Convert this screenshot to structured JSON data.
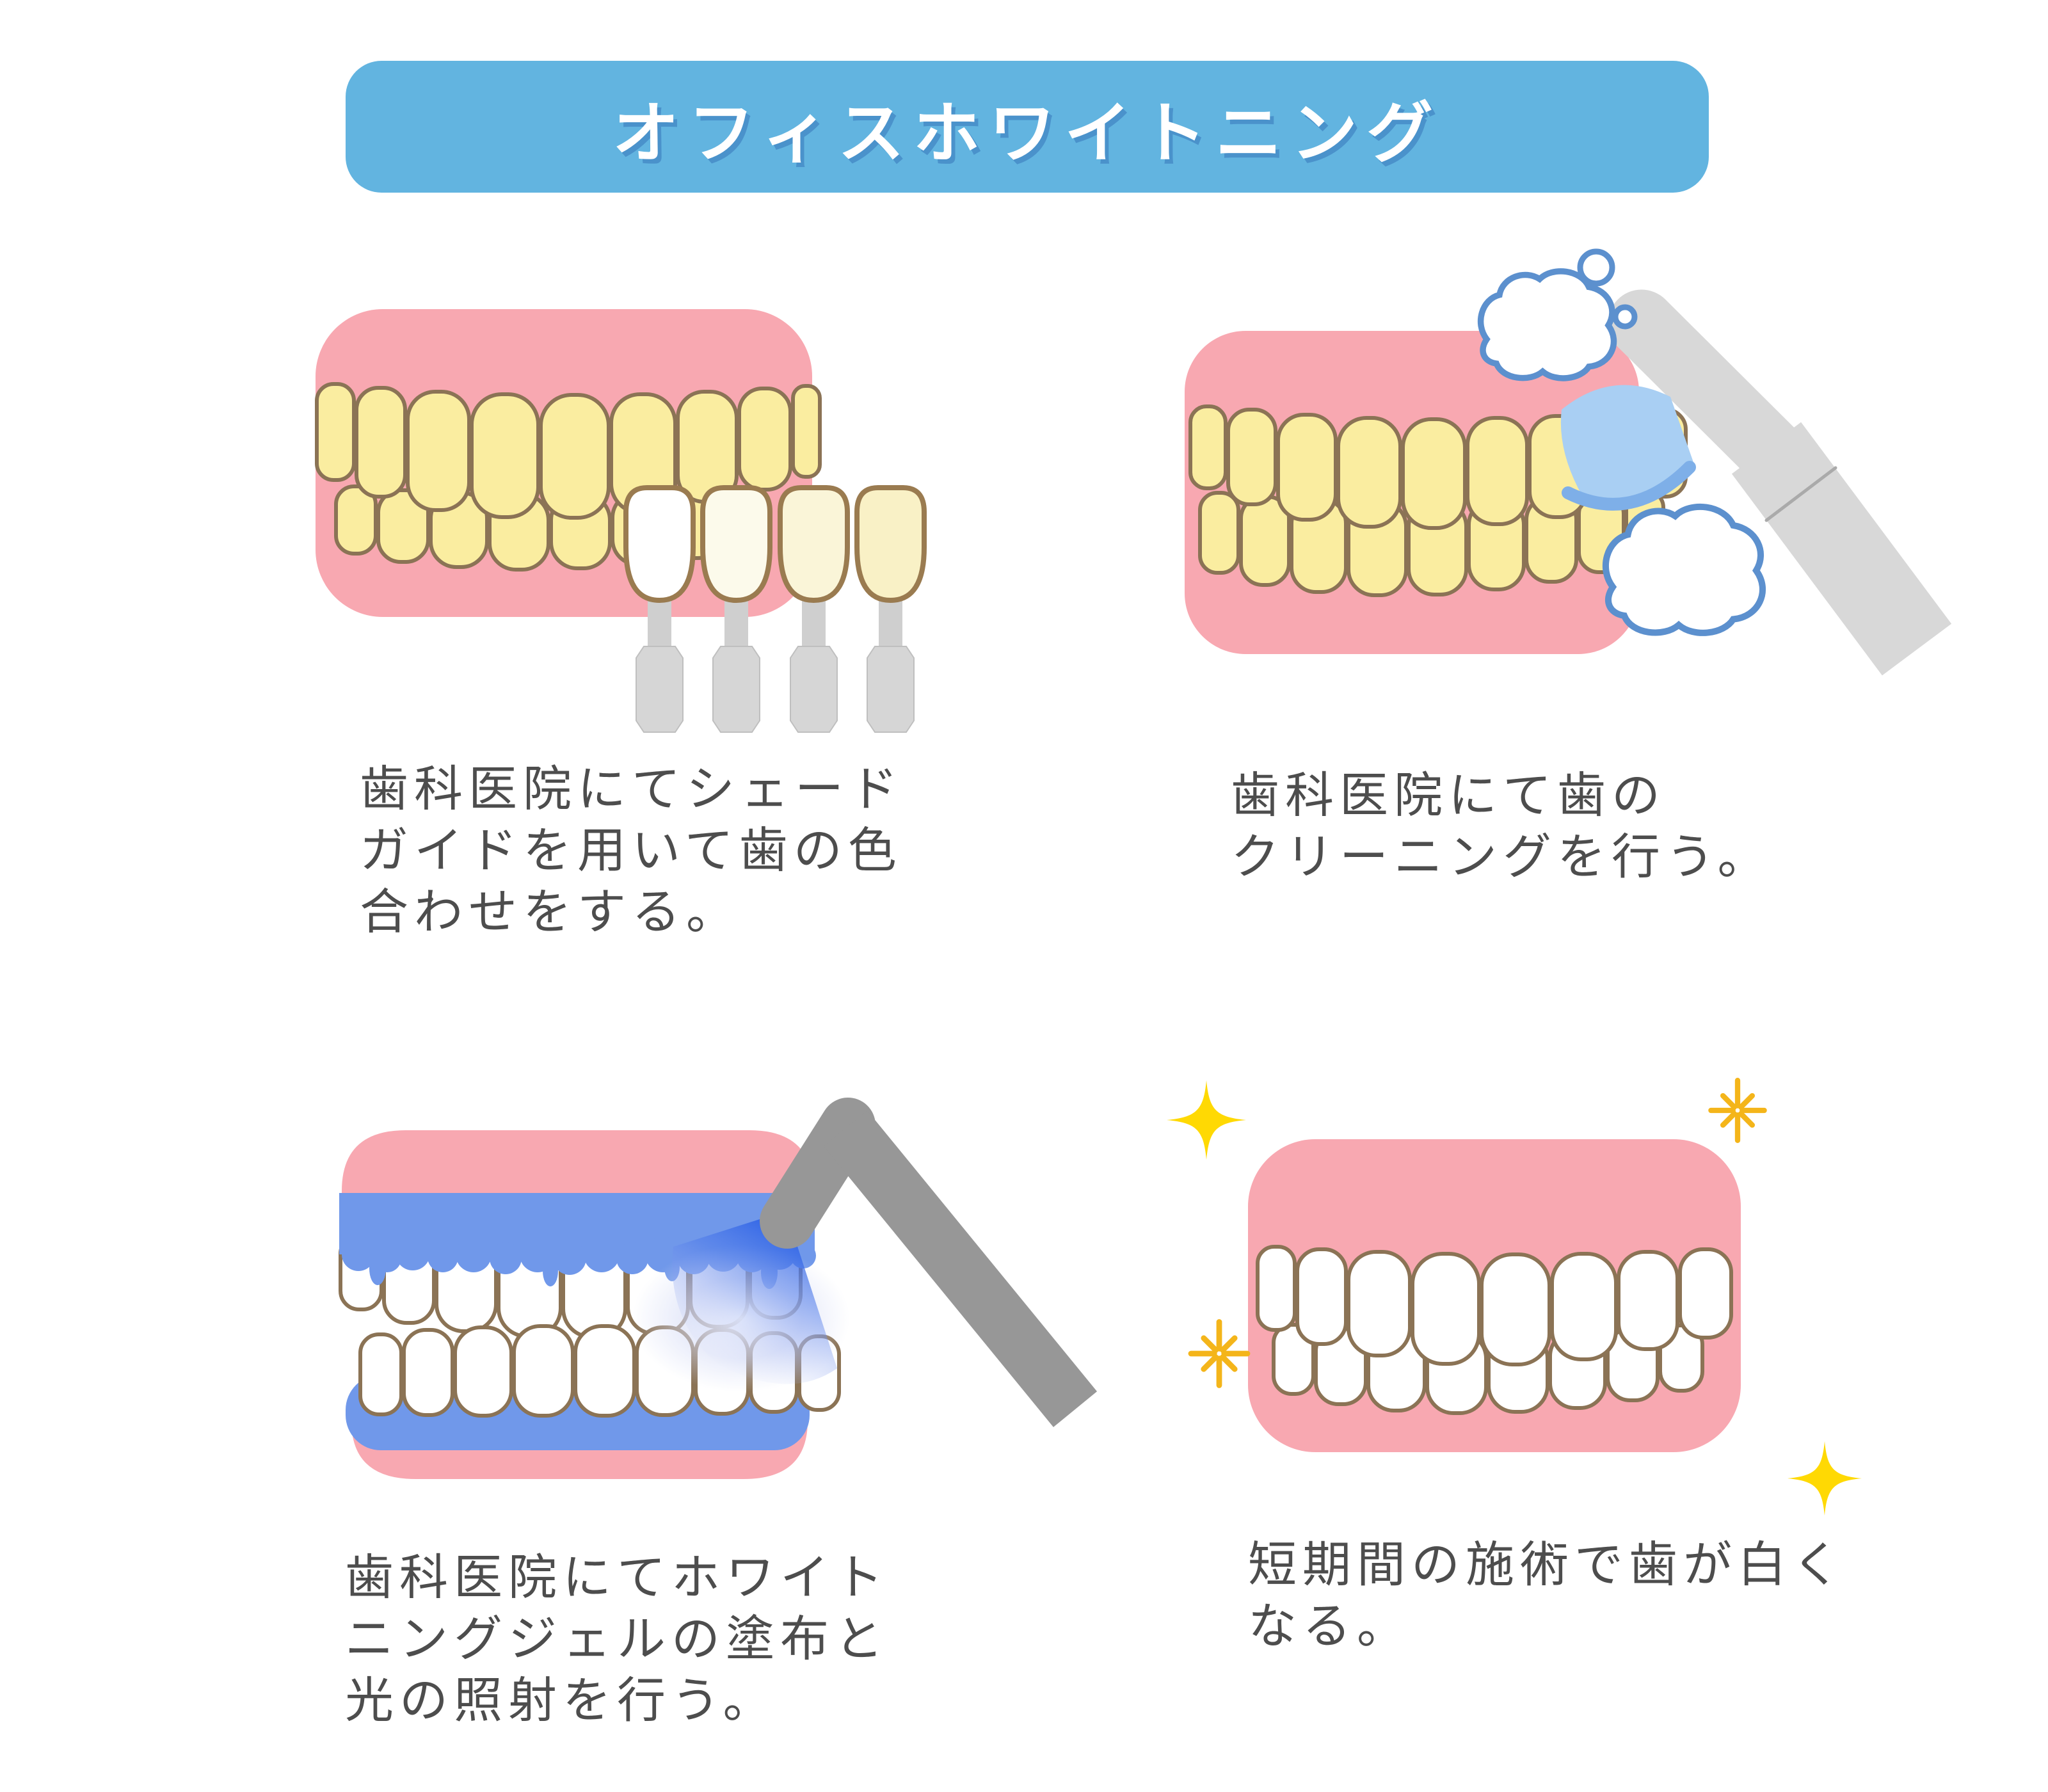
{
  "title": {
    "text": "オフィスホワイトニング"
  },
  "colors": {
    "banner_blue": "#62B4E0",
    "banner_shadow_blue": "#4A92CB",
    "caption_gray": "#4D4D4D",
    "gum_pink": "#F8A8B1",
    "teeth_yellow": "#FAEDA0",
    "teeth_white": "#FFFFFF",
    "tooth_outline_brown": "#8B7355",
    "gel_blue": "#7098EA",
    "light_beam_blue": "#1E56E4",
    "foam_outline_blue": "#5C90CE",
    "handpiece_gray": "#D8D8D8",
    "wand_gray": "#979797",
    "sparkle_yellow": "#FFD903",
    "sparkle_amber": "#F4B51A",
    "shade_tab_shades": [
      "#FFFFFF",
      "#FCFAEB",
      "#FAF5D8",
      "#F9F1C6"
    ]
  },
  "steps": [
    {
      "id": "shade-matching",
      "illustration": "teeth-with-shade-guide",
      "caption_lines": [
        "歯科医院にてシェード",
        "ガイドを用いて歯の色",
        "合わせをする。"
      ]
    },
    {
      "id": "cleaning",
      "illustration": "teeth-cleaning-handpiece-with-foam",
      "caption_lines": [
        "歯科医院にて歯の",
        "クリーニングを行う。"
      ]
    },
    {
      "id": "gel-and-light",
      "illustration": "whitening-gel-and-light-irradiation",
      "caption_lines": [
        "歯科医院にてホワイト",
        "ニングジェルの塗布と",
        "光の照射を行う。"
      ]
    },
    {
      "id": "result",
      "illustration": "white-teeth-with-sparkles",
      "caption_lines": [
        "短期間の施術で歯が白く",
        "なる。"
      ]
    }
  ]
}
